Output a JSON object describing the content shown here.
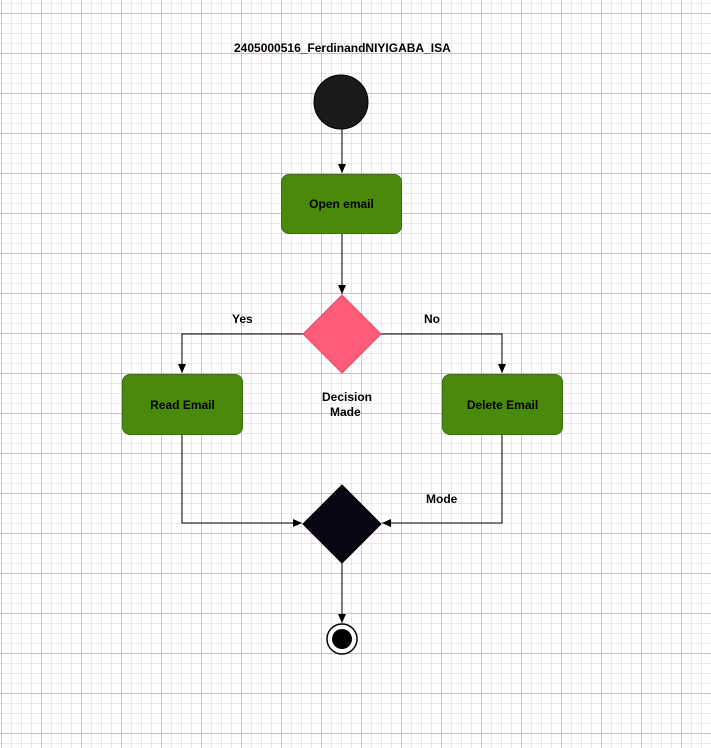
{
  "diagram": {
    "title": "2405000516_FerdinandNIYIGABA_ISA",
    "nodes": {
      "open_email": "Open email",
      "read_email": "Read Email",
      "delete_email": "Delete Email",
      "decision_label_line1": "Decision",
      "decision_label_line2": "Made"
    },
    "edges": {
      "yes": "Yes",
      "no": "No",
      "mode": "Mode"
    }
  },
  "colors": {
    "action_fill": "#4a8a0a",
    "decision_fill": "#ff5c7a",
    "merge_fill": "#0a0512",
    "start_fill": "#1a1a1a",
    "end_fill": "#000000",
    "line": "#000000"
  }
}
